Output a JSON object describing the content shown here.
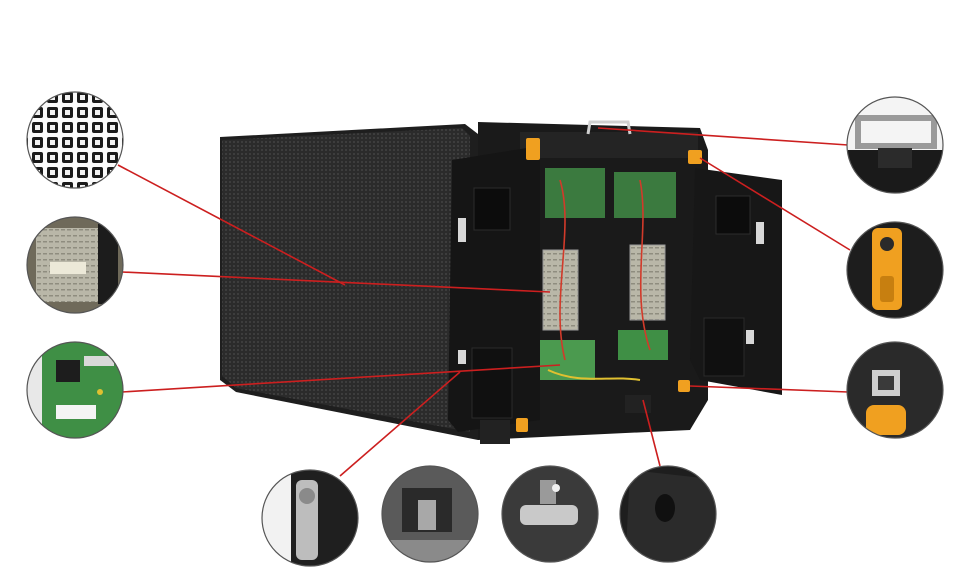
{
  "colors": {
    "background": "#ffffff",
    "callout_line": "#cc1f1f",
    "led_face": "#2a2a2a",
    "cabinet_body": "#1c1c1c",
    "connector_accent": "#f0a020",
    "psu_silver": "#c9c9c4",
    "pcb_green": "#3f8f45"
  },
  "callouts": [
    {
      "id": "led-module-detail",
      "icon": "led-matrix-icon"
    },
    {
      "id": "power-supply-detail",
      "icon": "power-supply-icon"
    },
    {
      "id": "receiving-card-detail",
      "icon": "circuit-board-icon"
    },
    {
      "id": "carry-handle-detail",
      "icon": "handle-icon"
    },
    {
      "id": "power-connector-detail",
      "icon": "power-connector-icon"
    },
    {
      "id": "signal-connector-detail",
      "icon": "network-connector-icon"
    },
    {
      "id": "quick-lock-detail",
      "icon": "lock-icon"
    },
    {
      "id": "side-lock-detail",
      "icon": "latch-icon"
    },
    {
      "id": "locating-pin-detail",
      "icon": "pin-icon"
    },
    {
      "id": "foot-slot-detail",
      "icon": "slot-icon"
    }
  ]
}
